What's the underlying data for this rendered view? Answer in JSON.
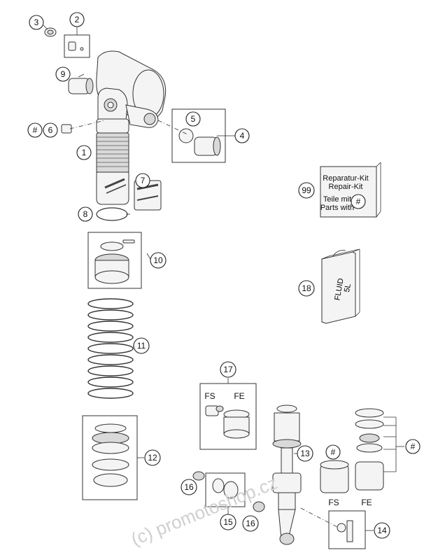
{
  "callouts": [
    {
      "id": "c1",
      "label": "1"
    },
    {
      "id": "c2",
      "label": "2"
    },
    {
      "id": "c3",
      "label": "3"
    },
    {
      "id": "c4",
      "label": "4"
    },
    {
      "id": "c5",
      "label": "5"
    },
    {
      "id": "c6",
      "label": "6"
    },
    {
      "id": "c7",
      "label": "7"
    },
    {
      "id": "c8",
      "label": "8"
    },
    {
      "id": "c9",
      "label": "9"
    },
    {
      "id": "c10",
      "label": "10"
    },
    {
      "id": "c11",
      "label": "11"
    },
    {
      "id": "c12",
      "label": "12"
    },
    {
      "id": "c13",
      "label": "13"
    },
    {
      "id": "c14",
      "label": "14"
    },
    {
      "id": "c15",
      "label": "15"
    },
    {
      "id": "c16a",
      "label": "16"
    },
    {
      "id": "c16b",
      "label": "16"
    },
    {
      "id": "c17",
      "label": "17"
    },
    {
      "id": "c18",
      "label": "18"
    },
    {
      "id": "c99",
      "label": "99"
    },
    {
      "id": "hash1",
      "label": "#"
    },
    {
      "id": "hash2",
      "label": "#"
    },
    {
      "id": "hash3",
      "label": "#"
    },
    {
      "id": "hash4",
      "label": "#"
    }
  ],
  "repair_kit": {
    "line1": "Reparatur-Kit",
    "line2": "Repair-Kit",
    "line3": "Teile mit",
    "line4": "Parts with"
  },
  "fluid_can": {
    "line1": "FLUID",
    "line2": "5L"
  },
  "variants": {
    "fs_top": "FS",
    "fe_top": "FE",
    "fs_bottom": "FS",
    "fe_bottom": "FE"
  },
  "watermark": "(c) promotoshop.cz"
}
